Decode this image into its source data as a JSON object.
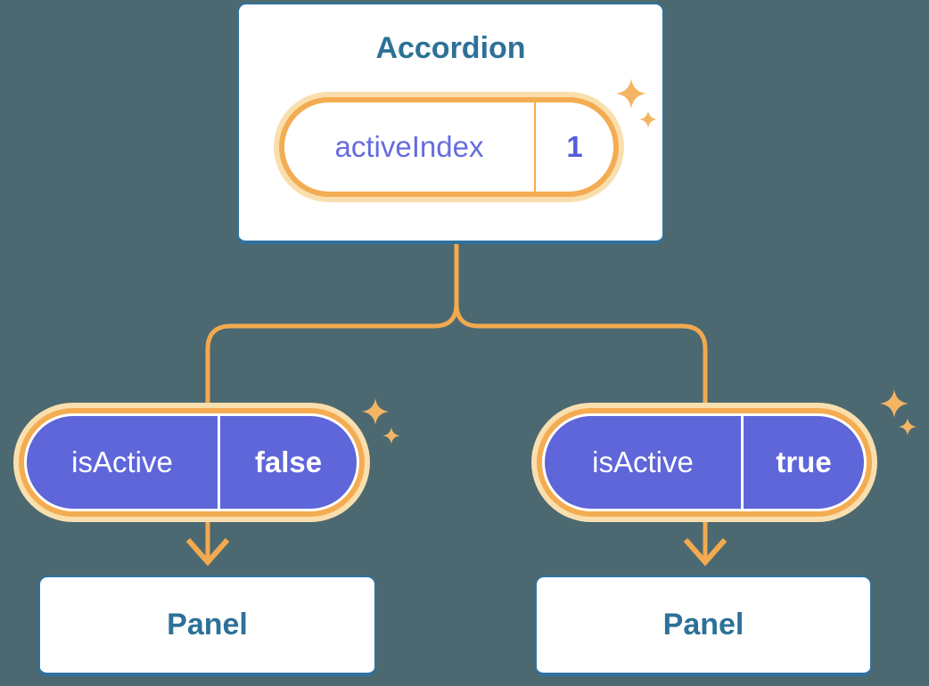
{
  "colors": {
    "background": "#4C6971",
    "card_border_blue": "#2F729F",
    "heading_blue": "#2D7198",
    "pill_border_orange": "#F4AC52",
    "pill_glow": "#FADFAE",
    "connector_orange": "#F2A94F",
    "sparkle_orange": "#F3B564",
    "state_pill_purple": "#5E66D9",
    "state_label_indigo": "#666CDF",
    "state_value_indigo": "#575DD9",
    "card_background": "#FFFFFF"
  },
  "diagram": {
    "root": {
      "title": "Accordion",
      "state": {
        "label": "activeIndex",
        "value": "1"
      }
    },
    "children": [
      {
        "state": {
          "label": "isActive",
          "value": "false"
        },
        "panel": {
          "title": "Panel"
        }
      },
      {
        "state": {
          "label": "isActive",
          "value": "true"
        },
        "panel": {
          "title": "Panel"
        }
      }
    ]
  }
}
